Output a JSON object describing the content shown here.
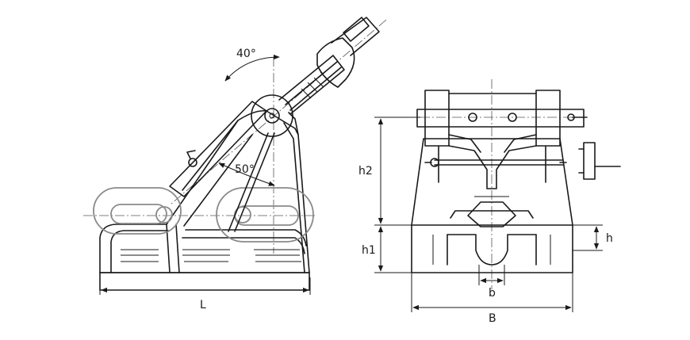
{
  "diagram": {
    "side_view": {
      "angle_upper": "40°",
      "angle_lower": "50°",
      "length_label": "L"
    },
    "end_view": {
      "height_upper_label": "h2",
      "height_lower_label": "h1",
      "slot_height_label": "h",
      "slot_width_label": "b",
      "width_label": "B"
    }
  }
}
